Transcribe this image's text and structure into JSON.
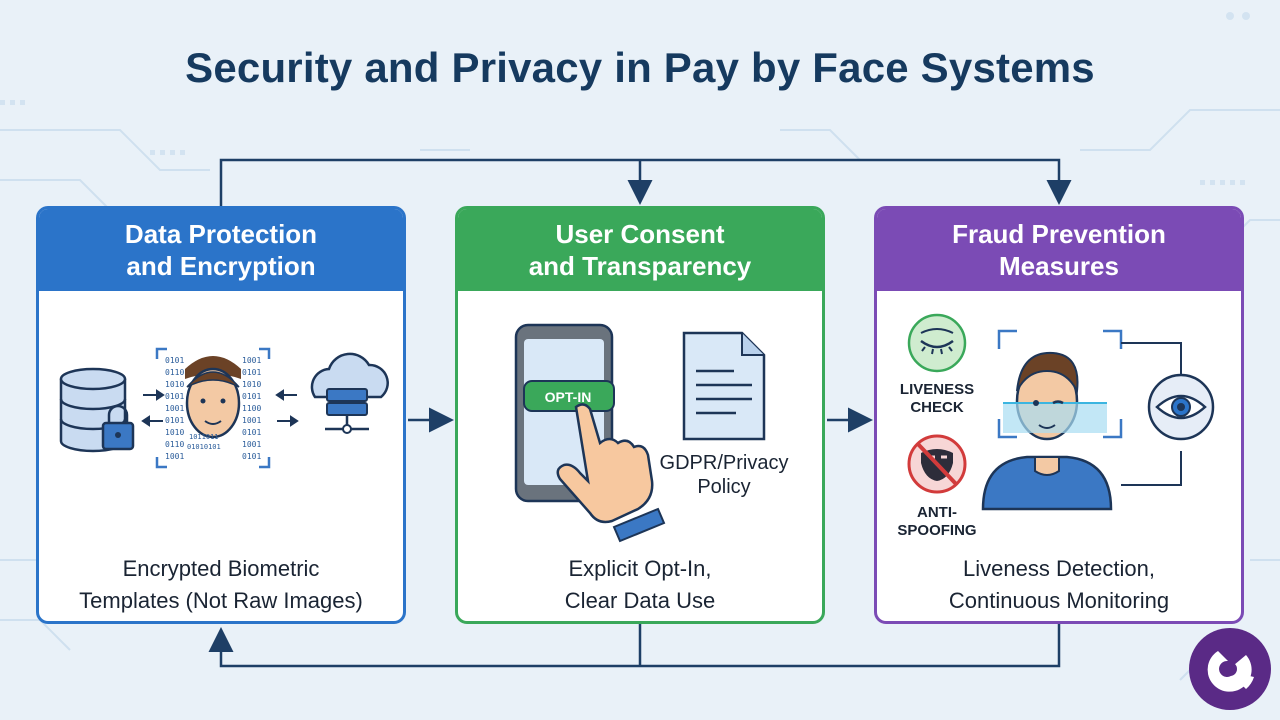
{
  "title": "Security and Privacy in Pay by Face Systems",
  "cards": [
    {
      "heading_line1": "Data Protection",
      "heading_line2": "and Encryption",
      "caption_line1": "Encrypted Biometric",
      "caption_line2": "Templates (Not Raw Images)",
      "color": "#2b74c9",
      "binary_left": [
        "0101",
        "0110",
        "1010",
        "0101",
        "1001",
        "0101",
        "1010",
        "0110",
        "1001"
      ],
      "binary_right": [
        "1001",
        "0101",
        "1010",
        "0101",
        "1100",
        "1001",
        "0101",
        "1001",
        "0101"
      ],
      "binary_face": [
        "1011011",
        "01010101"
      ]
    },
    {
      "heading_line1": "User Consent",
      "heading_line2": "and Transparency",
      "caption_line1": "Explicit Opt-In,",
      "caption_line2": "Clear Data Use",
      "color": "#3aa85a",
      "opt_in_label": "OPT-IN",
      "policy_line1": "GDPR/Privacy",
      "policy_line2": "Policy"
    },
    {
      "heading_line1": "Fraud Prevention",
      "heading_line2": "Measures",
      "caption_line1": "Liveness Detection,",
      "caption_line2": "Continuous Monitoring",
      "color": "#7b4bb5",
      "liveness_line1": "LIVENESS",
      "liveness_line2": "CHECK",
      "anti_line1": "ANTI-",
      "anti_line2": "SPOOFING"
    }
  ],
  "icons": [
    "database-lock-icon",
    "face-scan-icon",
    "cloud-server-icon",
    "smartphone-icon",
    "pointing-hand-icon",
    "document-icon",
    "closed-eye-icon",
    "no-mask-icon",
    "face-scan-person-icon",
    "eye-icon",
    "brand-logo-icon"
  ],
  "colors": {
    "background": "#e9f1f8",
    "title": "#163a5f",
    "arrow": "#1e3f66"
  }
}
